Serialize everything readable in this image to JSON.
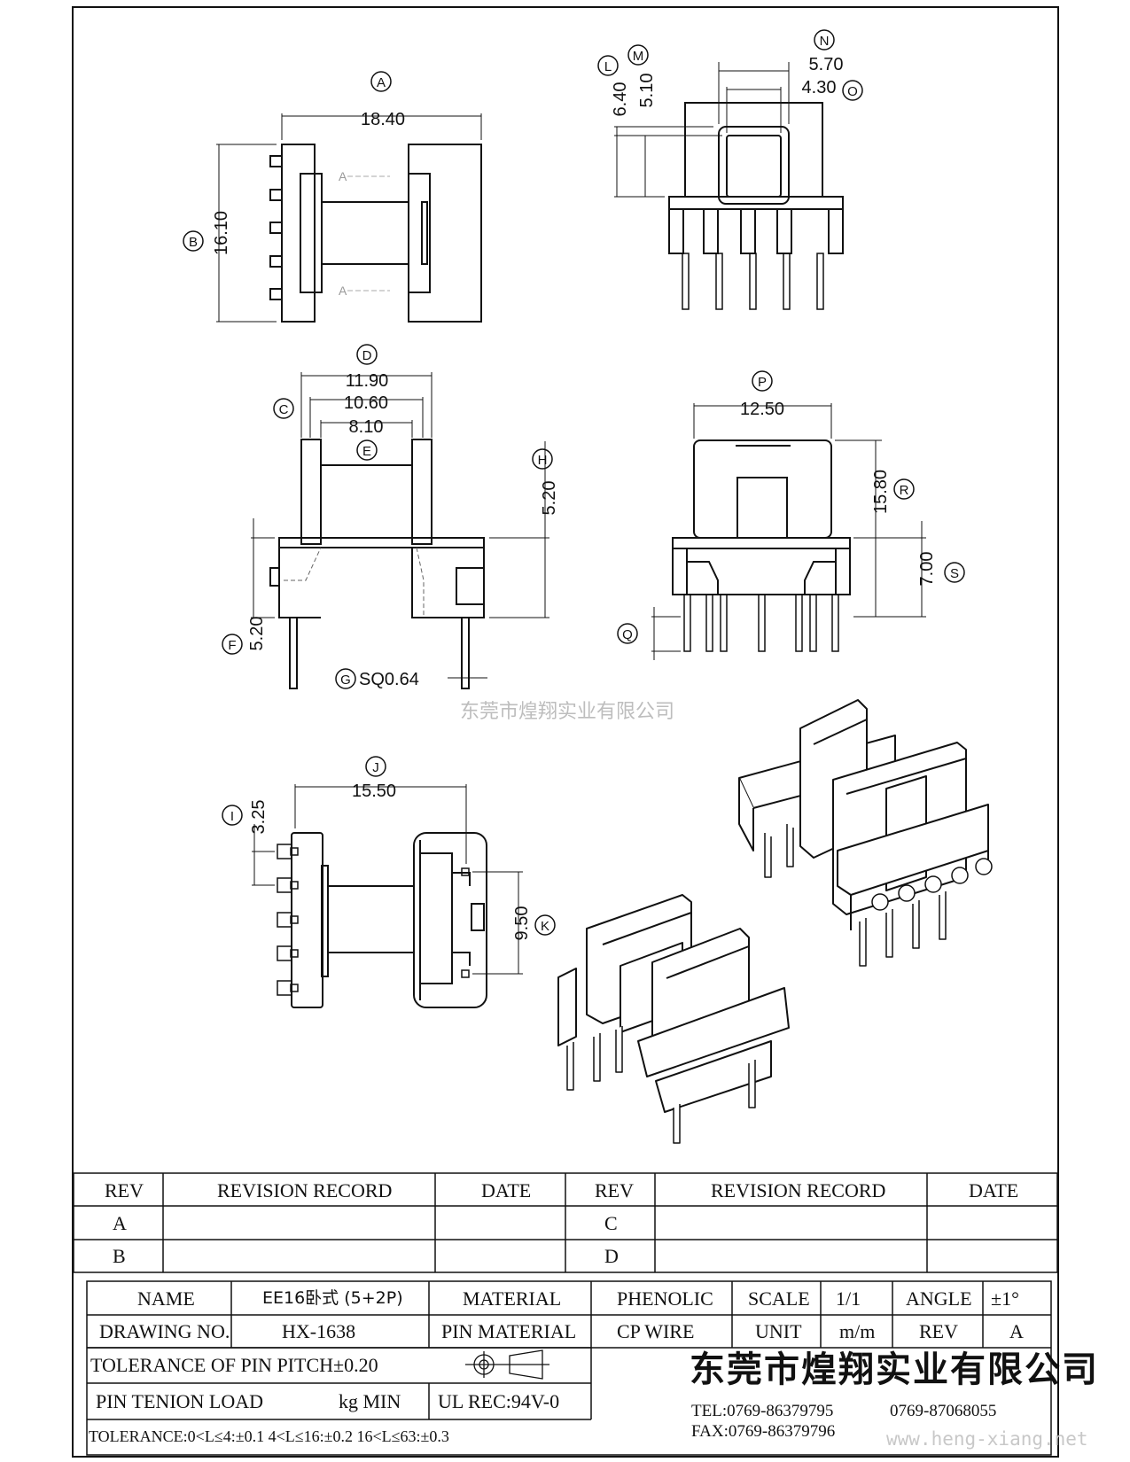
{
  "dimensions": {
    "A": {
      "label": "A",
      "value": "18.40"
    },
    "B": {
      "label": "B",
      "value": "16.10"
    },
    "C": {
      "label": "C",
      "value": "10.60"
    },
    "D": {
      "label": "D",
      "value": "11.90"
    },
    "E": {
      "label": "E",
      "value": "8.10"
    },
    "F": {
      "label": "F",
      "value": "5.20"
    },
    "G": {
      "label": "G",
      "value": "SQ0.64"
    },
    "H": {
      "label": "H",
      "value": "5.20"
    },
    "I": {
      "label": "I",
      "value": "3.25"
    },
    "J": {
      "label": "J",
      "value": "15.50"
    },
    "K": {
      "label": "K",
      "value": "9.50"
    },
    "L": {
      "label": "L",
      "value": "6.40"
    },
    "M": {
      "label": "M",
      "value": "5.10"
    },
    "N": {
      "label": "N",
      "value": "5.70"
    },
    "O": {
      "label": "O",
      "value": "4.30"
    },
    "P": {
      "label": "P",
      "value": "12.50"
    },
    "Q": {
      "label": "Q",
      "value": ""
    },
    "R": {
      "label": "R",
      "value": "15.80"
    },
    "S": {
      "label": "S",
      "value": "7.00"
    }
  },
  "section_mark": "A",
  "watermark_center": "东莞市煌翔实业有限公司",
  "watermark_corner": "www.heng-xiang.net",
  "revision": {
    "headers": [
      "REV",
      "REVISION RECORD",
      "DATE",
      "REV",
      "REVISION RECORD",
      "DATE"
    ],
    "rows": [
      {
        "rev_left": "A",
        "rev_right": "C"
      },
      {
        "rev_left": "B",
        "rev_right": "D"
      }
    ]
  },
  "title_block": {
    "name_label": "NAME",
    "name_value": "EE16卧式 (5+2P)",
    "material_label": "MATERIAL",
    "material_value": "PHENOLIC",
    "scale_label": "SCALE",
    "scale_value": "1/1",
    "angle_label": "ANGLE",
    "angle_value": "±1°",
    "drawing_label": "DRAWING NO.",
    "drawing_value": "HX-1638",
    "pin_material_label": "PIN MATERIAL",
    "pin_material_value": "CP WIRE",
    "unit_label": "UNIT",
    "unit_value": "m/m",
    "rev_label": "REV",
    "rev_value": "A",
    "pitch_tolerance": "TOLERANCE OF PIN PITCH±0.20",
    "tension_label": "PIN TENION LOAD",
    "tension_unit": "kg MIN",
    "ul": "UL REC:94V-0",
    "tolerance": "TOLERANCE:0<L≤4:±0.1  4<L≤16:±0.2  16<L≤63:±0.3",
    "company": "东莞市煌翔实业有限公司",
    "tel": "TEL:0769-86379795",
    "tel2": "0769-87068055",
    "fax": "FAX:0769-86379796"
  }
}
